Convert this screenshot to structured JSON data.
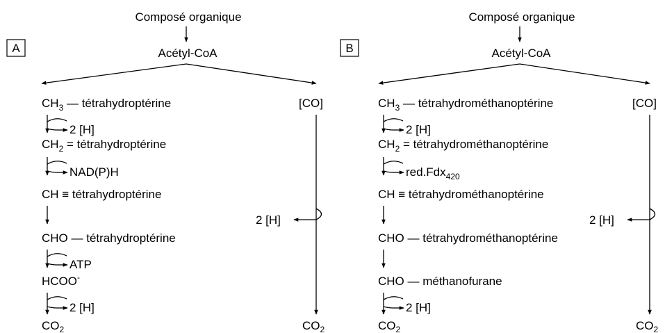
{
  "panel_a": {
    "label": "A",
    "source": "Composé organique",
    "acetyl": "Acétyl-CoA",
    "ch3_prefix": "CH",
    "ch3_sub": "3",
    "ch3_rest": " — tétrahydroptérine",
    "side_1": "2 [H]",
    "ch2_prefix": "CH",
    "ch2_sub": "2",
    "ch2_rest": " = tétrahydroptérine",
    "side_2": "NAD(P)H",
    "ch_line": "CH ≡ tétrahydroptérine",
    "cho_line": "CHO — tétrahydroptérine",
    "side_3": "ATP",
    "hcoo": "HCOO",
    "hcoo_sup": "-",
    "side_4": "2 [H]",
    "co2_left": "CO",
    "co2_left_sub": "2",
    "co_branch": "[CO]",
    "co_side": "2 [H]",
    "co2_right": "CO",
    "co2_right_sub": "2"
  },
  "panel_b": {
    "label": "B",
    "source": "Composé organique",
    "acetyl": "Acétyl-CoA",
    "ch3_prefix": "CH",
    "ch3_sub": "3",
    "ch3_rest": " — tétrahydrométhanoptérine",
    "side_1": "2 [H]",
    "ch2_prefix": "CH",
    "ch2_sub": "2",
    "ch2_rest": " = tétrahydrométhanoptérine",
    "side_2": "red.Fdx",
    "side_2_sub": "420",
    "ch_line": "CH ≡ tétrahydrométhanoptérine",
    "cho_line": "CHO — tétrahydrométhanoptérine",
    "cho_mf_line": "CHO — méthanofurane",
    "side_4": "2 [H]",
    "co2_left": "CO",
    "co2_left_sub": "2",
    "co_branch": "[CO]",
    "co_side": "2 [H]",
    "co2_right": "CO",
    "co2_right_sub": "2"
  },
  "colors": {
    "ink": "#000000",
    "background": "#ffffff"
  }
}
